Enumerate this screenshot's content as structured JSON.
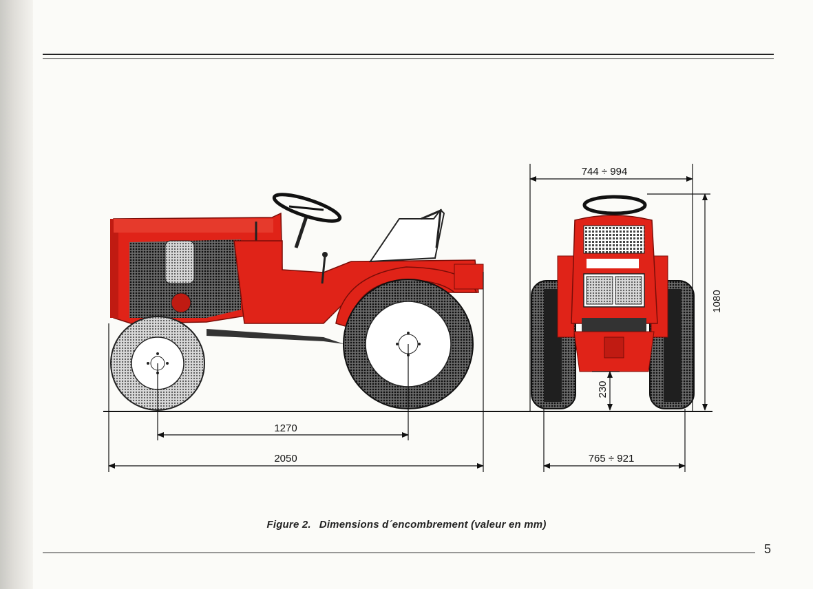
{
  "figure": {
    "number_label": "Figure 2.",
    "title": "Dimensions d´encombrement (valeur en mm)"
  },
  "page_number": "5",
  "dimensions": {
    "wheelbase": "1270",
    "overall_length": "2050",
    "overall_width": "744 ÷ 994",
    "track_width": "765 ÷ 921",
    "height": "1080",
    "ground_clearance": "230"
  },
  "colors": {
    "body_red": "#e02318",
    "dark_red": "#a8140e",
    "tire_dark": "#2e2e2e",
    "line": "#111111"
  },
  "icons": {
    "side_view": "tractor-side-view-illustration",
    "front_view": "tractor-front-view-illustration"
  }
}
